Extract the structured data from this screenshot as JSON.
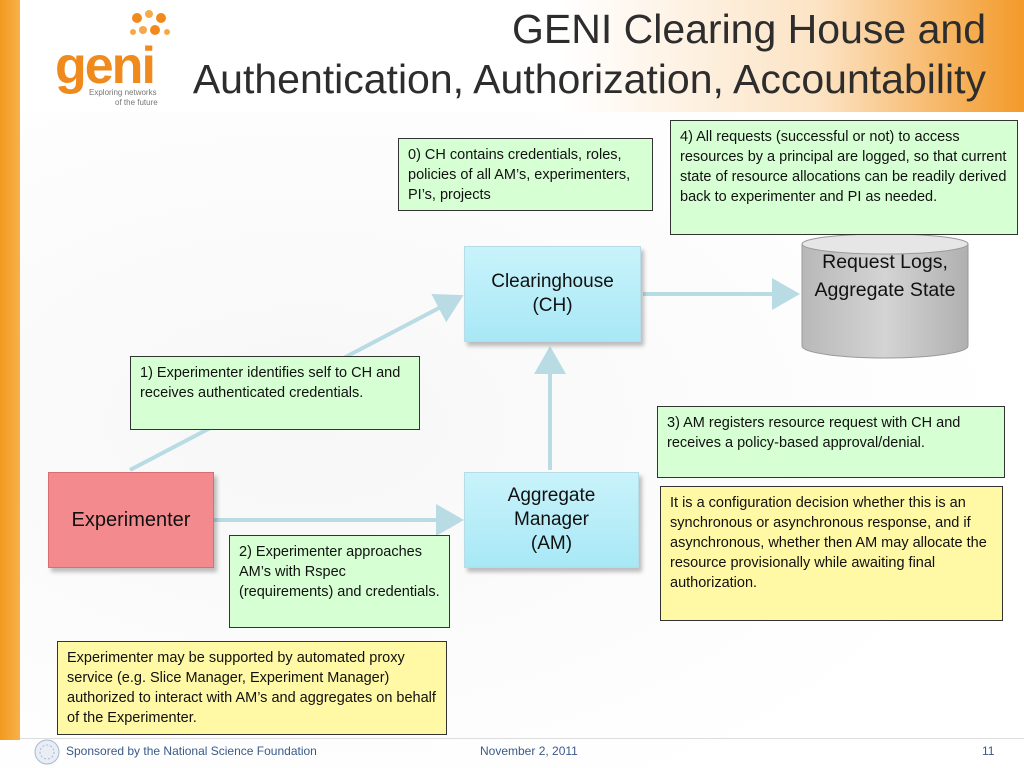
{
  "title": {
    "line1": "GENI Clearing House and",
    "line2": "Authentication, Authorization, Accountability"
  },
  "logo": {
    "wordmark": "geni",
    "tagline1": "Exploring networks",
    "tagline2": "of the future"
  },
  "nodes": {
    "clearinghouse": "Clearinghouse (CH)",
    "aggregate_manager": "Aggregate Manager (AM)",
    "experimenter": "Experimenter",
    "request_logs": "Request Logs, Aggregate State"
  },
  "notes": {
    "note0": "0) CH contains credentials, roles, policies of all AM’s, experimenters, PI’s, projects",
    "note1": "1) Experimenter identifies self to CH and receives authenticated credentials.",
    "note2": "2) Experimenter approaches AM’s with Rspec (requirements) and credentials.",
    "note3": "3) AM registers resource request with CH and receives a policy-based approval/denial.",
    "note4": "4) All requests (successful or not) to access resources by a principal are logged, so that current state of resource allocations can be readily derived back to experimenter and PI as needed.",
    "note_config": "It is a configuration decision whether this is an synchronous or asynchronous response, and if asynchronous, whether then AM may allocate the resource provisionally while awaiting final authorization.",
    "note_proxy": "Experimenter may be supported by automated proxy service (e.g. Slice Manager, Experiment Manager) authorized to interact with AM’s and aggregates on behalf of the Experimenter."
  },
  "footer": {
    "sponsor": "Sponsored by the National Science Foundation",
    "date": "November 2, 2011",
    "page": "11"
  },
  "colors": {
    "note_green": "#d6ffd3",
    "note_yellow": "#fff8a4",
    "node_blue": "#b8eef9",
    "node_red": "#f28a8e",
    "arrow": "#b9dbe4",
    "brand_orange": "#f08a1c"
  }
}
